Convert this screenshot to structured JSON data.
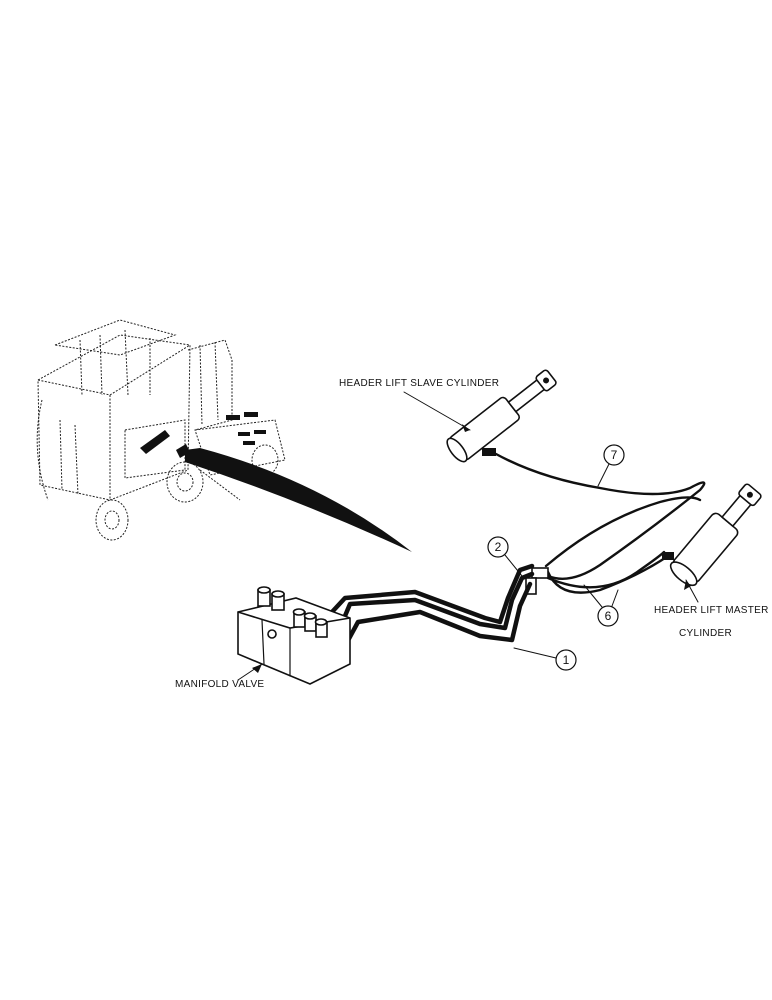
{
  "diagram": {
    "labels": {
      "slave_cylinder": "HEADER LIFT SLAVE CYLINDER",
      "master_cylinder_line1": "HEADER LIFT MASTER",
      "master_cylinder_line2": "CYLINDER",
      "manifold_valve": "MANIFOLD VALVE"
    },
    "callouts": {
      "c1": "1",
      "c2": "2",
      "c6": "6",
      "c7": "7"
    }
  }
}
